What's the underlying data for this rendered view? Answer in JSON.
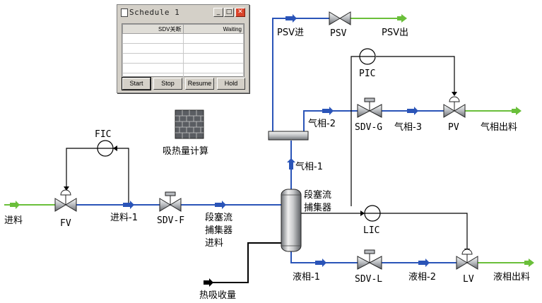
{
  "schedule_window": {
    "title": "Schedule 1",
    "column_headers": [
      "SDV关断",
      "Waiting"
    ],
    "buttons": {
      "start": "Start",
      "stop": "Stop",
      "resume": "Resume",
      "hold": "Hold"
    }
  },
  "labels": {
    "psv_in": "PSV进",
    "psv": "PSV",
    "psv_out": "PSV出",
    "pic": "PIC",
    "gas_phase_2": "气相-2",
    "sdv_g": "SDV-G",
    "gas_phase_3": "气相-3",
    "pv": "PV",
    "gas_out": "气相出料",
    "heat_absorb_calc": "吸热量计算",
    "fic": "FIC",
    "gas_phase_1": "气相-1",
    "slug_catcher_1": "段塞流",
    "slug_catcher_2": "捕集器",
    "feed": "进料",
    "fv": "FV",
    "feed_1": "进料-1",
    "sdv_f": "SDV-F",
    "slug_feed_1": "段塞流",
    "slug_feed_2": "捕集器",
    "slug_feed_3": "进料",
    "lic": "LIC",
    "liquid_1": "液相-1",
    "sdv_l": "SDV-L",
    "liquid_2": "液相-2",
    "lv": "LV",
    "liquid_out": "液相出料",
    "heat_absorbed": "热吸收量"
  },
  "colors": {
    "process_line": "#2a54b8",
    "feed_line": "#6abf3a",
    "signal_line": "#000000"
  }
}
